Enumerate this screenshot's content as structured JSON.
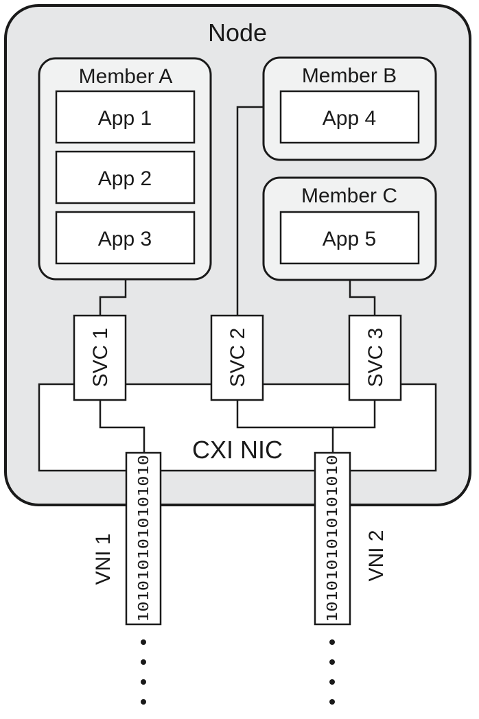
{
  "node": {
    "label": "Node"
  },
  "members": [
    {
      "label": "Member A",
      "apps": [
        "App 1",
        "App 2",
        "App 3"
      ]
    },
    {
      "label": "Member B",
      "apps": [
        "App 4"
      ]
    },
    {
      "label": "Member C",
      "apps": [
        "App 5"
      ]
    }
  ],
  "services": [
    "SVC 1",
    "SVC 2",
    "SVC 3"
  ],
  "nic": {
    "label": "CXI NIC"
  },
  "vnis": [
    {
      "label": "VNI 1",
      "bits": "1010101010101010"
    },
    {
      "label": "VNI 2",
      "bits": "1010101010101010"
    }
  ]
}
